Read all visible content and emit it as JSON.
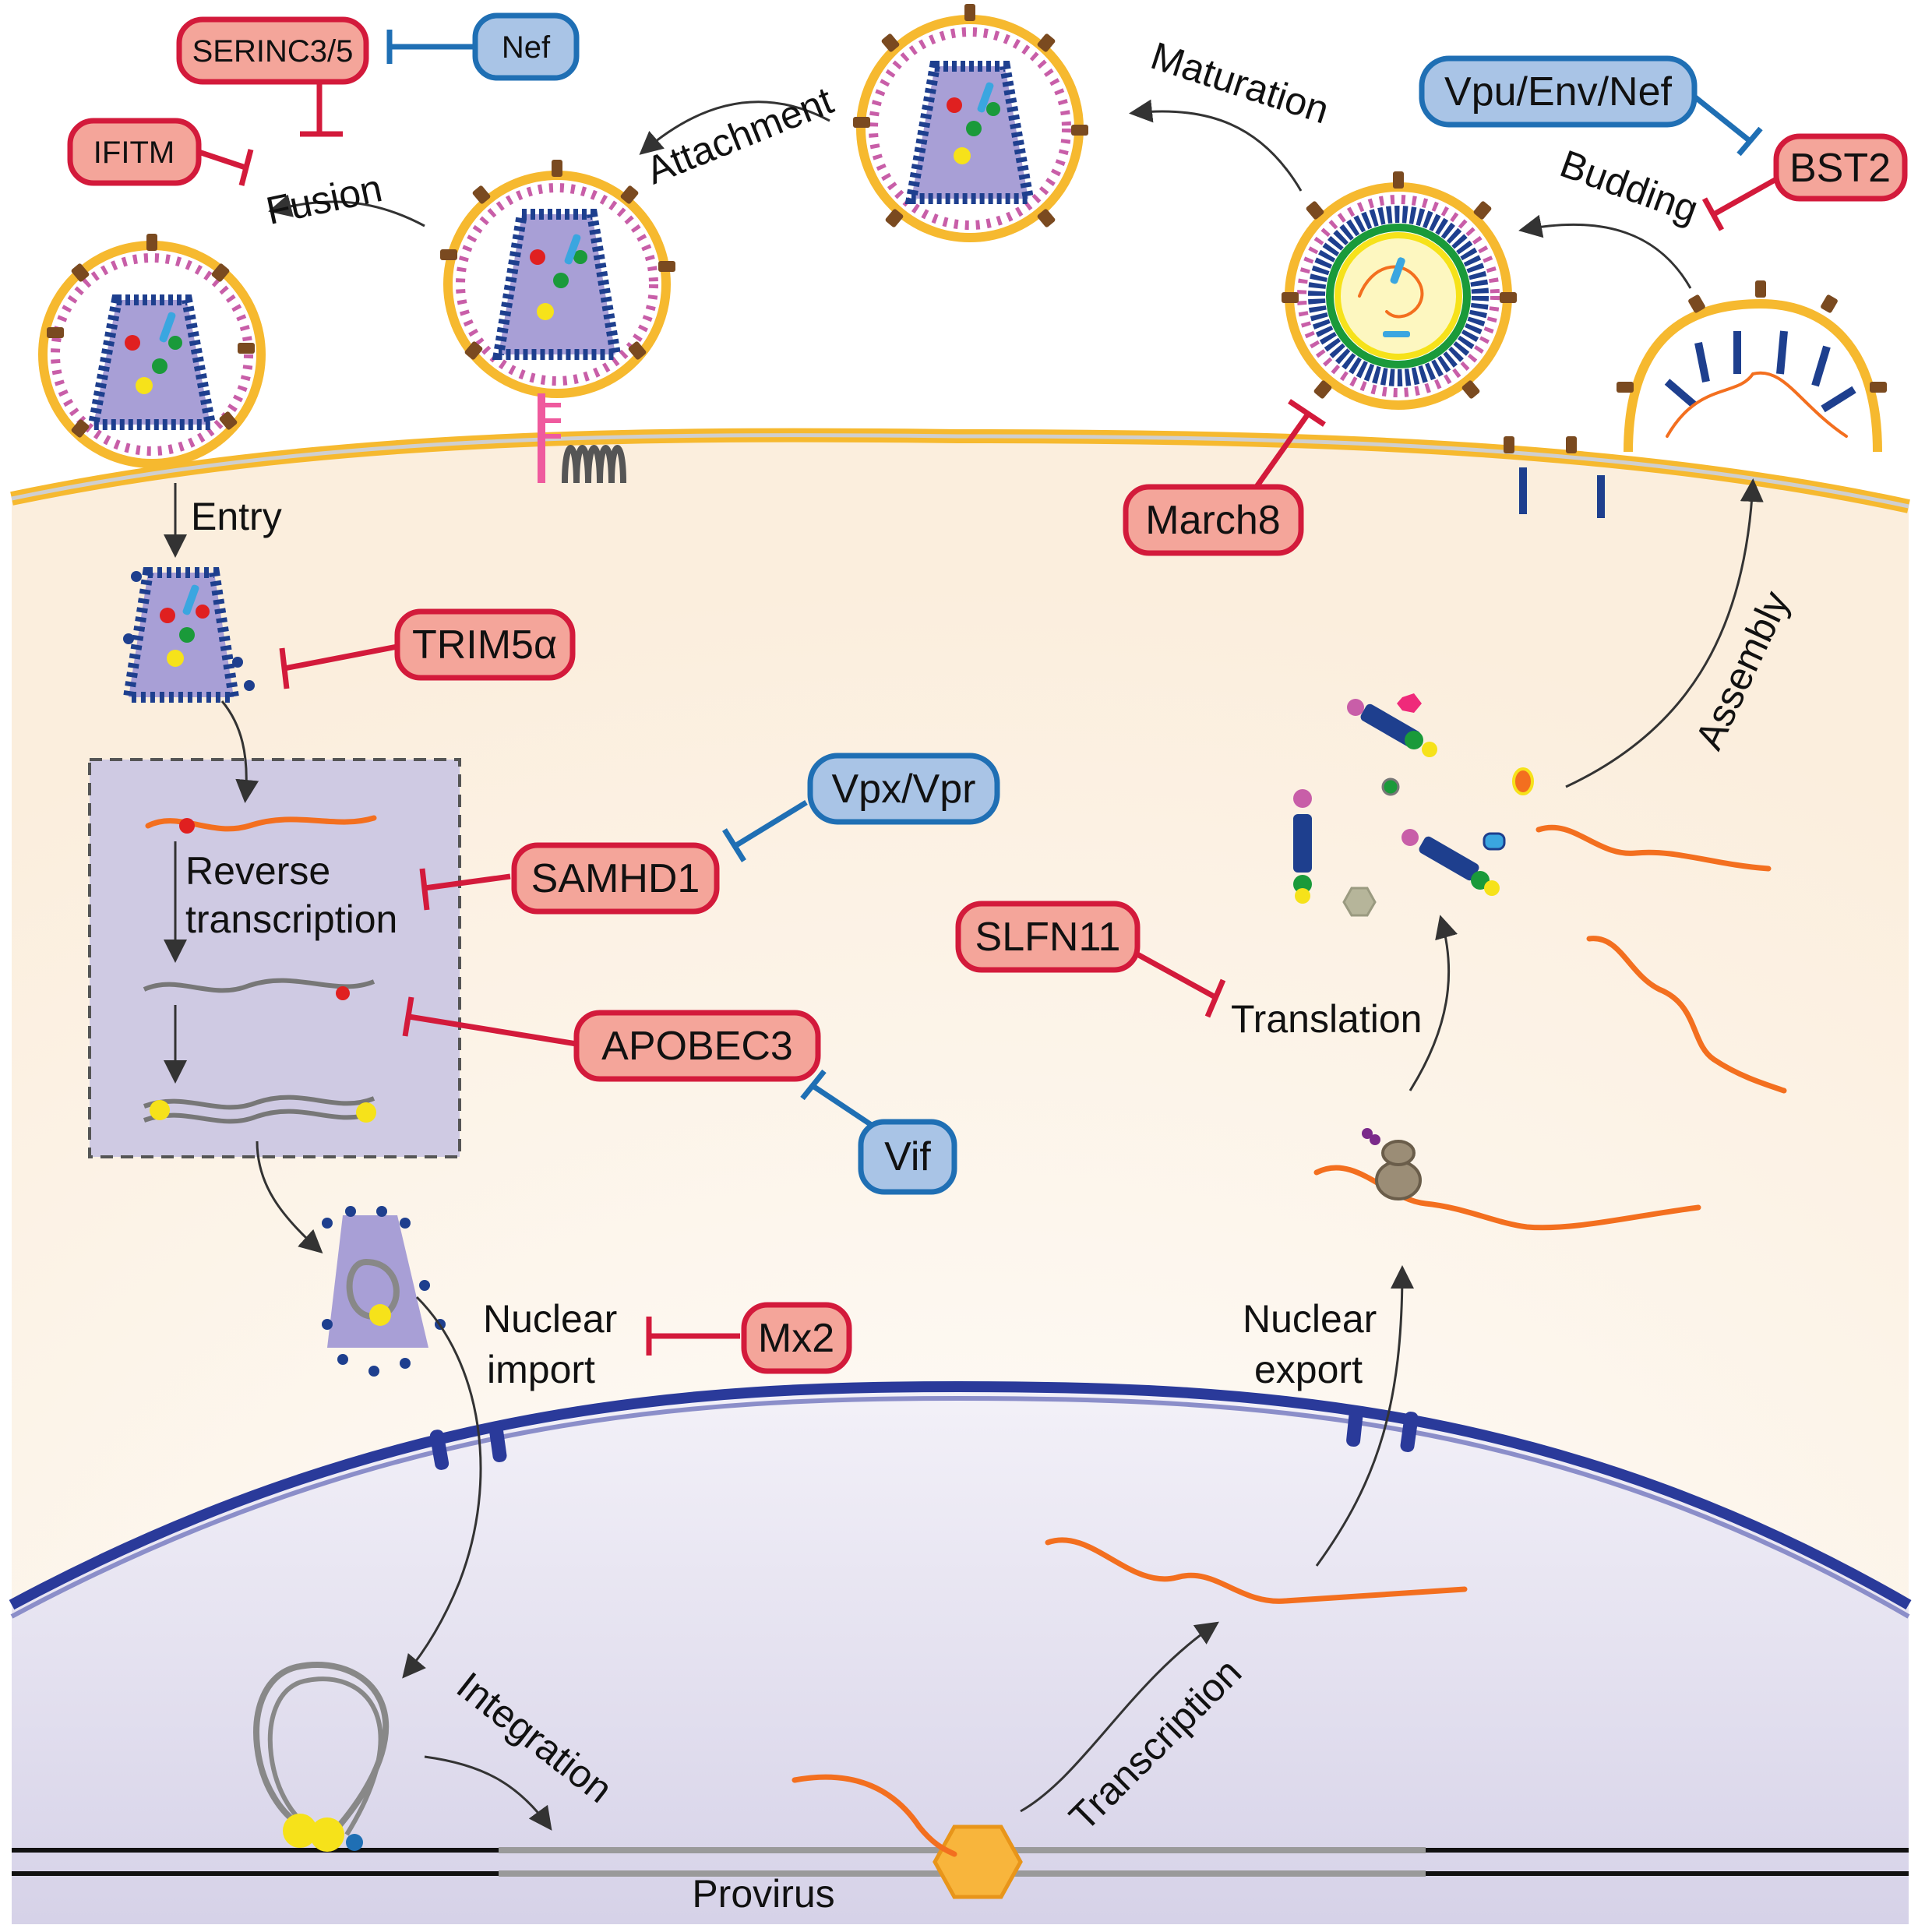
{
  "restriction_factors": {
    "serinc": "SERINC3/5",
    "ifitm": "IFITM",
    "trim5a": "TRIM5α",
    "samhd1": "SAMHD1",
    "apobec3": "APOBEC3",
    "mx2": "Mx2",
    "march8": "March8",
    "bst2": "BST2",
    "slfn11": "SLFN11"
  },
  "viral_antagonists": {
    "nef": "Nef",
    "vpu_env_nef": "Vpu/Env/Nef",
    "vpx_vpr": "Vpx/Vpr",
    "vif": "Vif"
  },
  "steps": {
    "fusion": "Fusion",
    "attachment": "Attachment",
    "maturation": "Maturation",
    "budding": "Budding",
    "entry": "Entry",
    "reverse": "Reverse",
    "transcription_rt": "transcription",
    "nuclear_import_1": "Nuclear",
    "nuclear_import_2": "import",
    "assembly": "Assembly",
    "translation": "Translation",
    "nuclear_export_1": "Nuclear",
    "nuclear_export_2": "export",
    "integration": "Integration",
    "transcription": "Transcription",
    "provirus": "Provirus"
  },
  "colors": {
    "restriction_fill": "#f4a59a",
    "restriction_stroke": "#d31a3b",
    "viral_fill": "#a9c4e6",
    "viral_stroke": "#1f6fb4",
    "membrane": "#f6b92f",
    "cytoplasm": "#fdf3e7",
    "nucleus": "#ddd9ec",
    "capsid": "#1e3f8e",
    "rna": "#f36f1f"
  }
}
